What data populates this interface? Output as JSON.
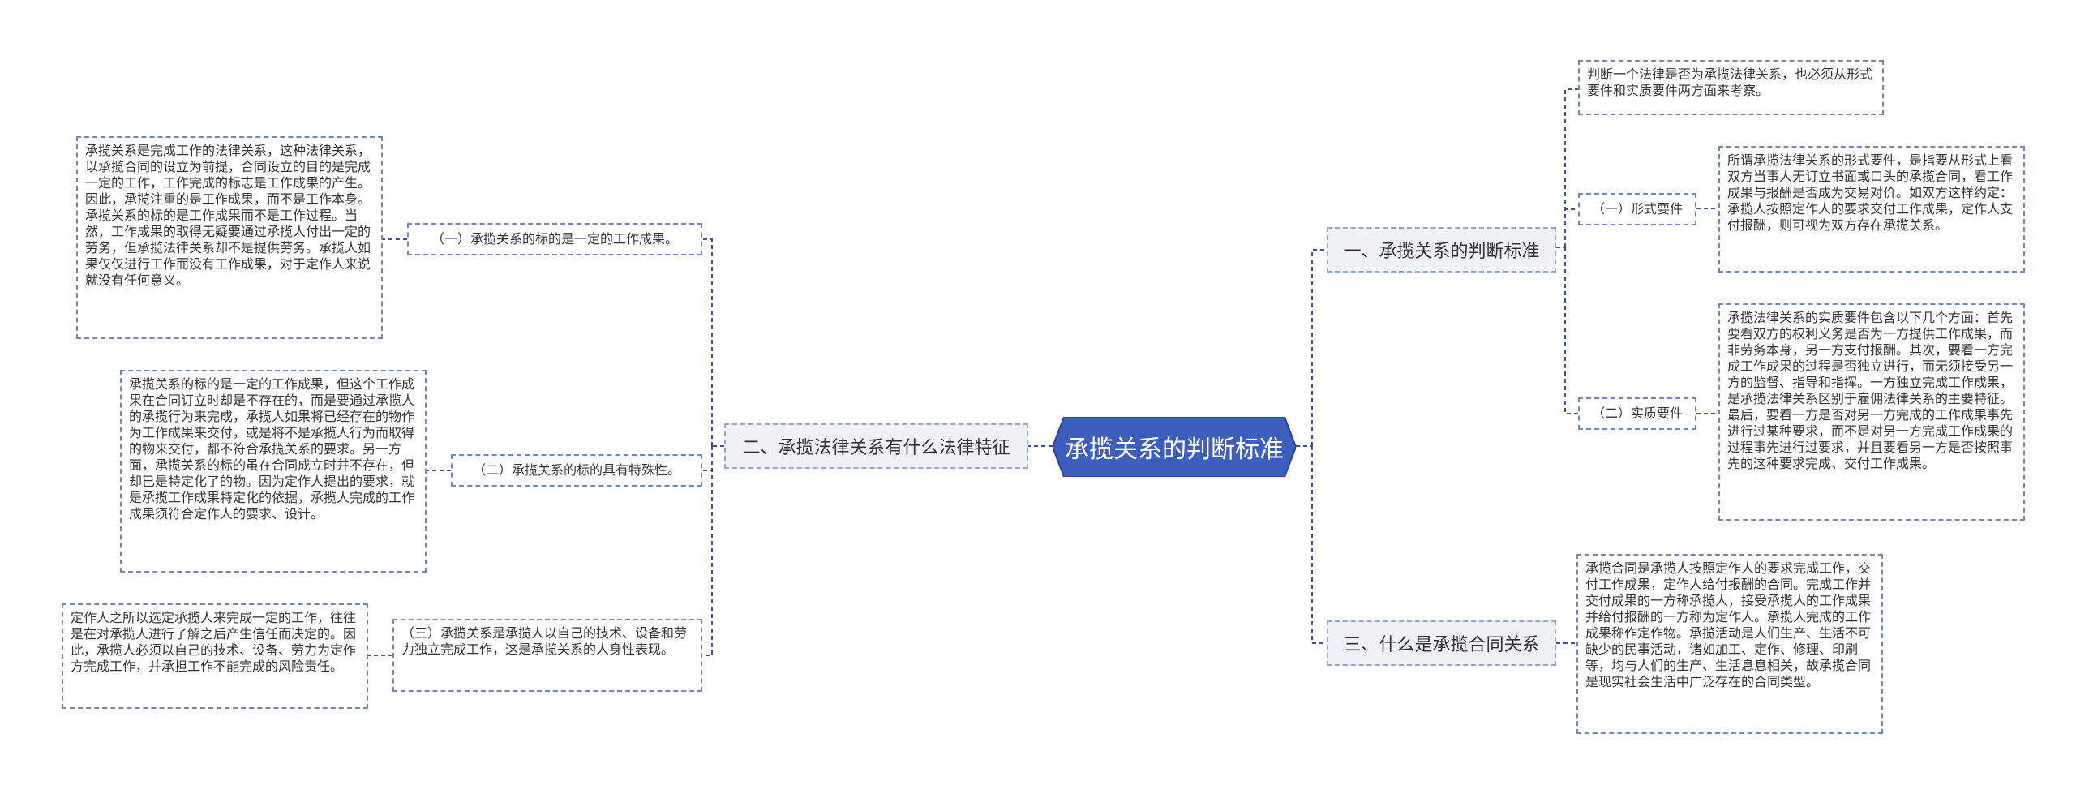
{
  "central": {
    "label": "承揽关系的判断标准"
  },
  "right": {
    "branch1": {
      "label": "一、承揽关系的判断标准",
      "intro": "判断一个法律是否为承揽法律关系，也必须从形式要件和实质要件两方面来考察。",
      "form": {
        "label": "（一）形式要件",
        "text": "所谓承揽法律关系的形式要件，是指要从形式上看双方当事人无订立书面或口头的承揽合同，看工作成果与报酬是否成为交易对价。如双方这样约定：承揽人按照定作人的要求交付工作成果，定作人支付报酬，则可视为双方存在承揽关系。"
      },
      "substance": {
        "label": "（二）实质要件",
        "text": "承揽法律关系的实质要件包含以下几个方面：首先要看双方的权利义务是否为一方提供工作成果，而非劳务本身，另一方支付报酬。其次，要看一方完成工作成果的过程是否独立进行，而无须接受另一方的监督、指导和指挥。一方独立完成工作成果，是承揽法律关系区别于雇佣法律关系的主要特征。最后，要看一方是否对另一方完成的工作成果事先进行过某种要求，而不是对另一方完成工作成果的过程事先进行过要求，并且要看另一方是否按照事先的这种要求完成、交付工作成果。"
      }
    },
    "branch3": {
      "label": "三、什么是承揽合同关系",
      "text": "承揽合同是承揽人按照定作人的要求完成工作，交付工作成果，定作人给付报酬的合同。完成工作并交付成果的一方称承揽人，接受承揽人的工作成果并给付报酬的一方称为定作人。承揽人完成的工作成果称作定作物。承揽活动是人们生产、生活不可缺少的民事活动，诸如加工、定作、修理、印刷等，均与人们的生产、生活息息相关，故承揽合同是现实社会生活中广泛存在的合同类型。"
    }
  },
  "left": {
    "branch2": {
      "label": "二、承揽法律关系有什么法律特征",
      "items": [
        {
          "label": "（一）承揽关系的标的是一定的工作成果。",
          "text": "承揽关系是完成工作的法律关系，这种法律关系，以承揽合同的设立为前提，合同设立的目的是完成一定的工作，工作完成的标志是工作成果的产生。因此，承揽注重的是工作成果，而不是工作本身。承揽关系的标的是工作成果而不是工作过程。当然，工作成果的取得无疑要通过承揽人付出一定的劳务，但承揽法律关系却不是提供劳务。承揽人如果仅仅进行工作而没有工作成果，对于定作人来说就没有任何意义。"
        },
        {
          "label": "（二）承揽关系的标的具有特殊性。",
          "text": "承揽关系的标的是一定的工作成果，但这个工作成果在合同订立时却是不存在的，而是要通过承揽人的承揽行为来完成，承揽人如果将已经存在的物作为工作成果来交付，或是将不是承揽人行为而取得的物来交付，都不符合承揽关系的要求。另一方面，承揽关系的标的虽在合同成立时并不存在，但却已是特定化了的物。因为定作人提出的要求，就是承揽工作成果特定化的依据，承揽人完成的工作成果须符合定作人的要求、设计。"
        },
        {
          "label": "（三）承揽关系是承揽人以自己的技术、设备和劳力独立完成工作，这是承揽关系的人身性表现。",
          "text": "定作人之所以选定承揽人来完成一定的工作，往往是在对承揽人进行了解之后产生信任而决定的。因此，承揽人必须以自己的技术、设备、劳力为定作方完成工作，并承担工作不能完成的风险责任。"
        }
      ]
    }
  },
  "colors": {
    "central_fill": "#3d5ebd",
    "line": "#2f4a8f",
    "border": "#6f86b8"
  }
}
